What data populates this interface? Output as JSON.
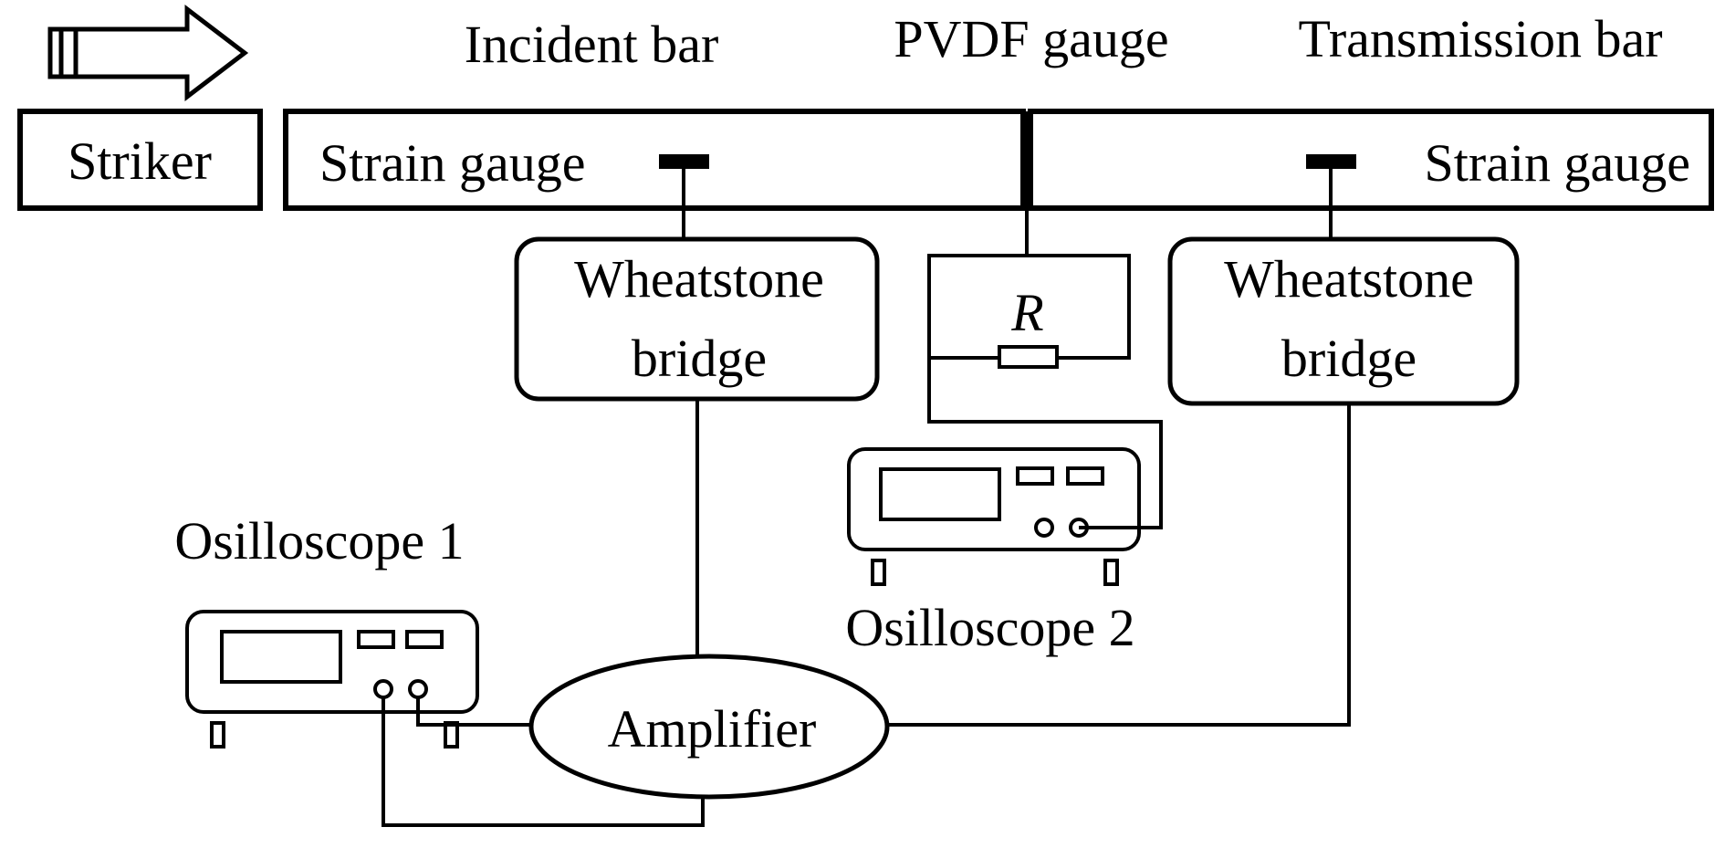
{
  "labels": {
    "incident_bar": "Incident bar",
    "pvdf_gauge": "PVDF gauge",
    "transmission_bar": "Transmission bar",
    "striker": "Striker",
    "strain_gauge_left": "Strain gauge",
    "strain_gauge_right": "Strain gauge",
    "wheatstone_left_line1": "Wheatstone",
    "wheatstone_left_line2": "bridge",
    "wheatstone_right_line1": "Wheatstone",
    "wheatstone_right_line2": "bridge",
    "resistor": "R",
    "oscilloscope_1": "Osilloscope 1",
    "oscilloscope_2": "Osilloscope 2",
    "amplifier": "Amplifier"
  },
  "colors": {
    "stroke": "#000000",
    "background": "#ffffff"
  }
}
